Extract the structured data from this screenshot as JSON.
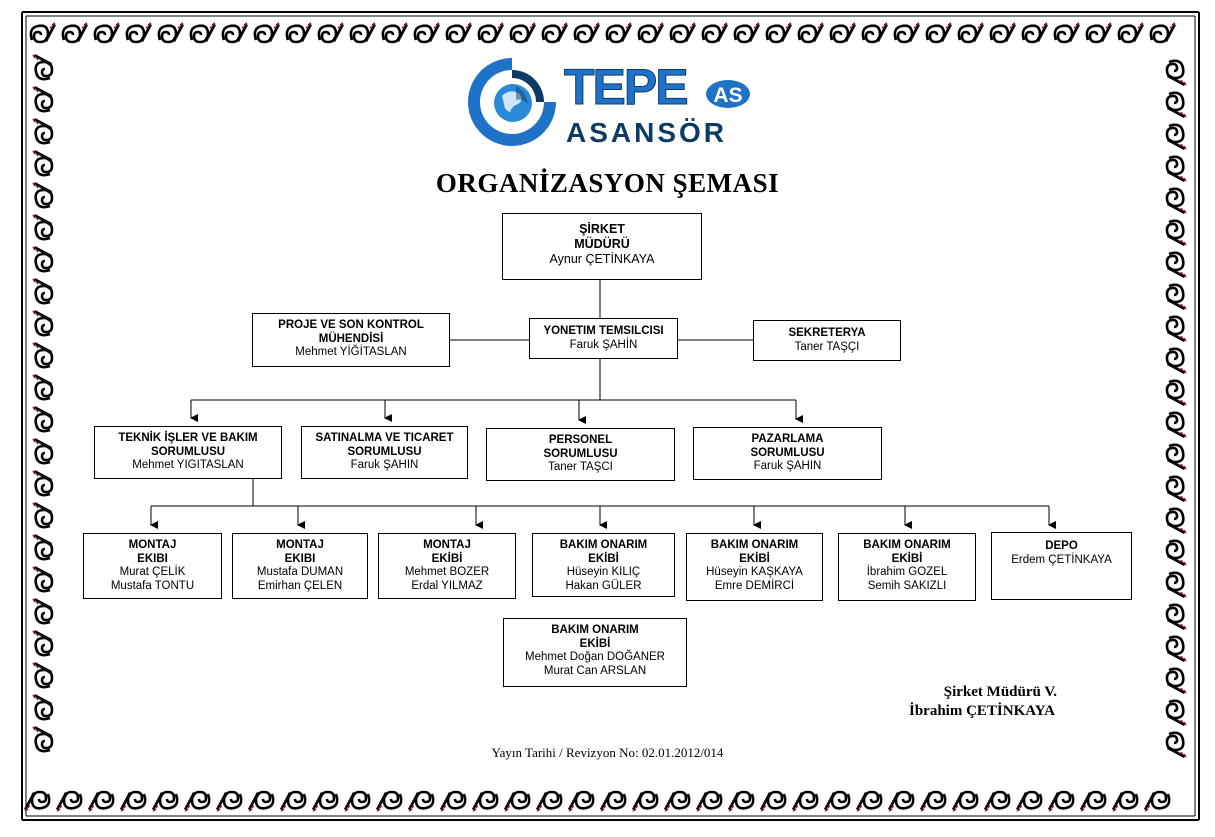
{
  "logo": {
    "brand": "TEPE",
    "badge": "AS",
    "sub": "ASANSÖR",
    "color": "#1e73c8",
    "dark": "#0d3b66"
  },
  "title": "ORGANİZASYON ŞEMASI",
  "nodes": {
    "ceo": {
      "title_line1": "ŞİRKET",
      "title_line2": "MÜDÜRÜ",
      "person": "Aynur ÇETİNKAYA"
    },
    "proje": {
      "title_line1": "PROJE VE SON KONTROL",
      "title_line2": "MÜHENDİSİ",
      "person": "Mehmet  YİĞİTASLAN"
    },
    "yonetim": {
      "title_line1": "YONETIM TEMSILCISI",
      "person": "Faruk ŞAHİN"
    },
    "sekreterya": {
      "title_line1": "SEKRETERYA",
      "person": "Taner TAŞÇI"
    },
    "teknik": {
      "title_line1": "TEKNİK İŞLER VE BAKIM",
      "title_line2": "SORUMLUSU",
      "person": "Mehmet YIGITASLAN"
    },
    "satinalma": {
      "title_line1": "SATINALMA VE TICARET",
      "title_line2": "SORUMLUSU",
      "person": "Faruk ŞAHIN"
    },
    "personel": {
      "title_line1": "PERSONEL",
      "title_line2": "SORUMLUSU",
      "person": "Taner TAŞCI"
    },
    "pazarlama": {
      "title_line1": "PAZARLAMA",
      "title_line2": "SORUMLUSU",
      "person": "Faruk ŞAHIN"
    },
    "montaj1": {
      "title_line1": "MONTAJ",
      "title_line2": "EKIBI",
      "person": "Murat ÇELİK",
      "person2": "Mustafa TONTU"
    },
    "montaj2": {
      "title_line1": "MONTAJ",
      "title_line2": "EKIBI",
      "person": "Mustafa DUMAN",
      "person2": "Emirhan ÇELEN"
    },
    "montaj3": {
      "title_line1": "MONTAJ",
      "title_line2": "EKİBİ",
      "person": "Mehmet BOZER",
      "person2": "Erdal YILMAZ"
    },
    "bakim1": {
      "title_line1": "BAKIM ONARIM",
      "title_line2": "EKİBİ",
      "person": "Hüseyin KILIÇ",
      "person2": "Hakan GÜLER"
    },
    "bakim2": {
      "title_line1": "BAKIM ONARIM",
      "title_line2": "EKİBİ",
      "person": "Hüseyin KAŞKAYA",
      "person2": "Emre DEMİRCİ"
    },
    "bakim3": {
      "title_line1": "BAKIM ONARIM",
      "title_line2": "EKİBİ",
      "person": "İbrahim GOZEL",
      "person2": "Semih SAKIZLI"
    },
    "depo": {
      "title_line1": "DEPO",
      "person": "Erdem ÇETİNKAYA"
    },
    "bakim4": {
      "title_line1": "BAKIM ONARIM",
      "title_line2": "EKİBİ",
      "person": "Mehmet Doğan DOĞANER",
      "person2": "Murat Can ARSLAN"
    }
  },
  "signature": {
    "line1": "Şirket Müdürü V.",
    "line2": "İbrahim ÇETİNKAYA"
  },
  "footer": "Yayın Tarihi  / Revizyon No: 02.01.2012/014"
}
